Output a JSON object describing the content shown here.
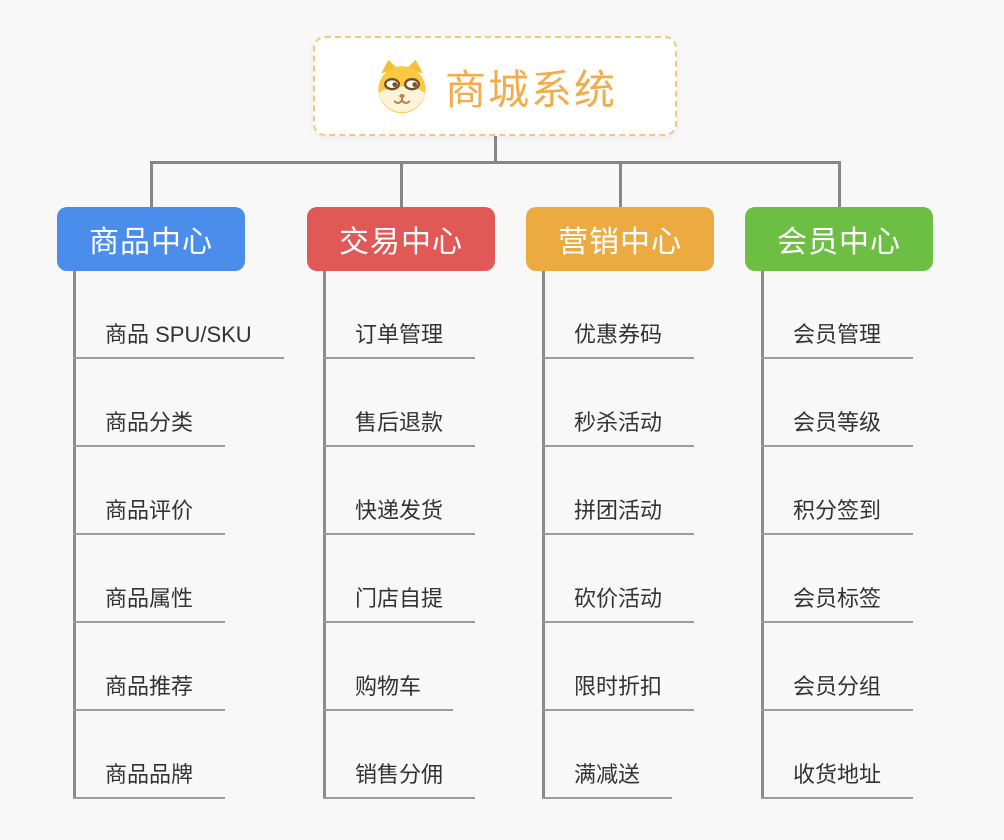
{
  "root": {
    "title": "商城系统",
    "title_color": "#F0AD4A",
    "border_color": "#F4C878",
    "icon": "dog-face-icon"
  },
  "style": {
    "connector_color": "#878787",
    "leaf_underline_color": "#9B9B9B",
    "leaf_text_color": "#333333",
    "background_color": "#F8F8F8"
  },
  "branches": [
    {
      "label": "商品中心",
      "color": "#4A8DEB",
      "children": [
        "商品 SPU/SKU",
        "商品分类",
        "商品评价",
        "商品属性",
        "商品推荐",
        "商品品牌"
      ]
    },
    {
      "label": "交易中心",
      "color": "#E05956",
      "children": [
        "订单管理",
        "售后退款",
        "快递发货",
        "门店自提",
        "购物车",
        "销售分佣"
      ]
    },
    {
      "label": "营销中心",
      "color": "#EBAB40",
      "children": [
        "优惠券码",
        "秒杀活动",
        "拼团活动",
        "砍价活动",
        "限时折扣",
        "满减送"
      ]
    },
    {
      "label": "会员中心",
      "color": "#6DBF43",
      "children": [
        "会员管理",
        "会员等级",
        "积分签到",
        "会员标签",
        "会员分组",
        "收货地址"
      ]
    }
  ]
}
